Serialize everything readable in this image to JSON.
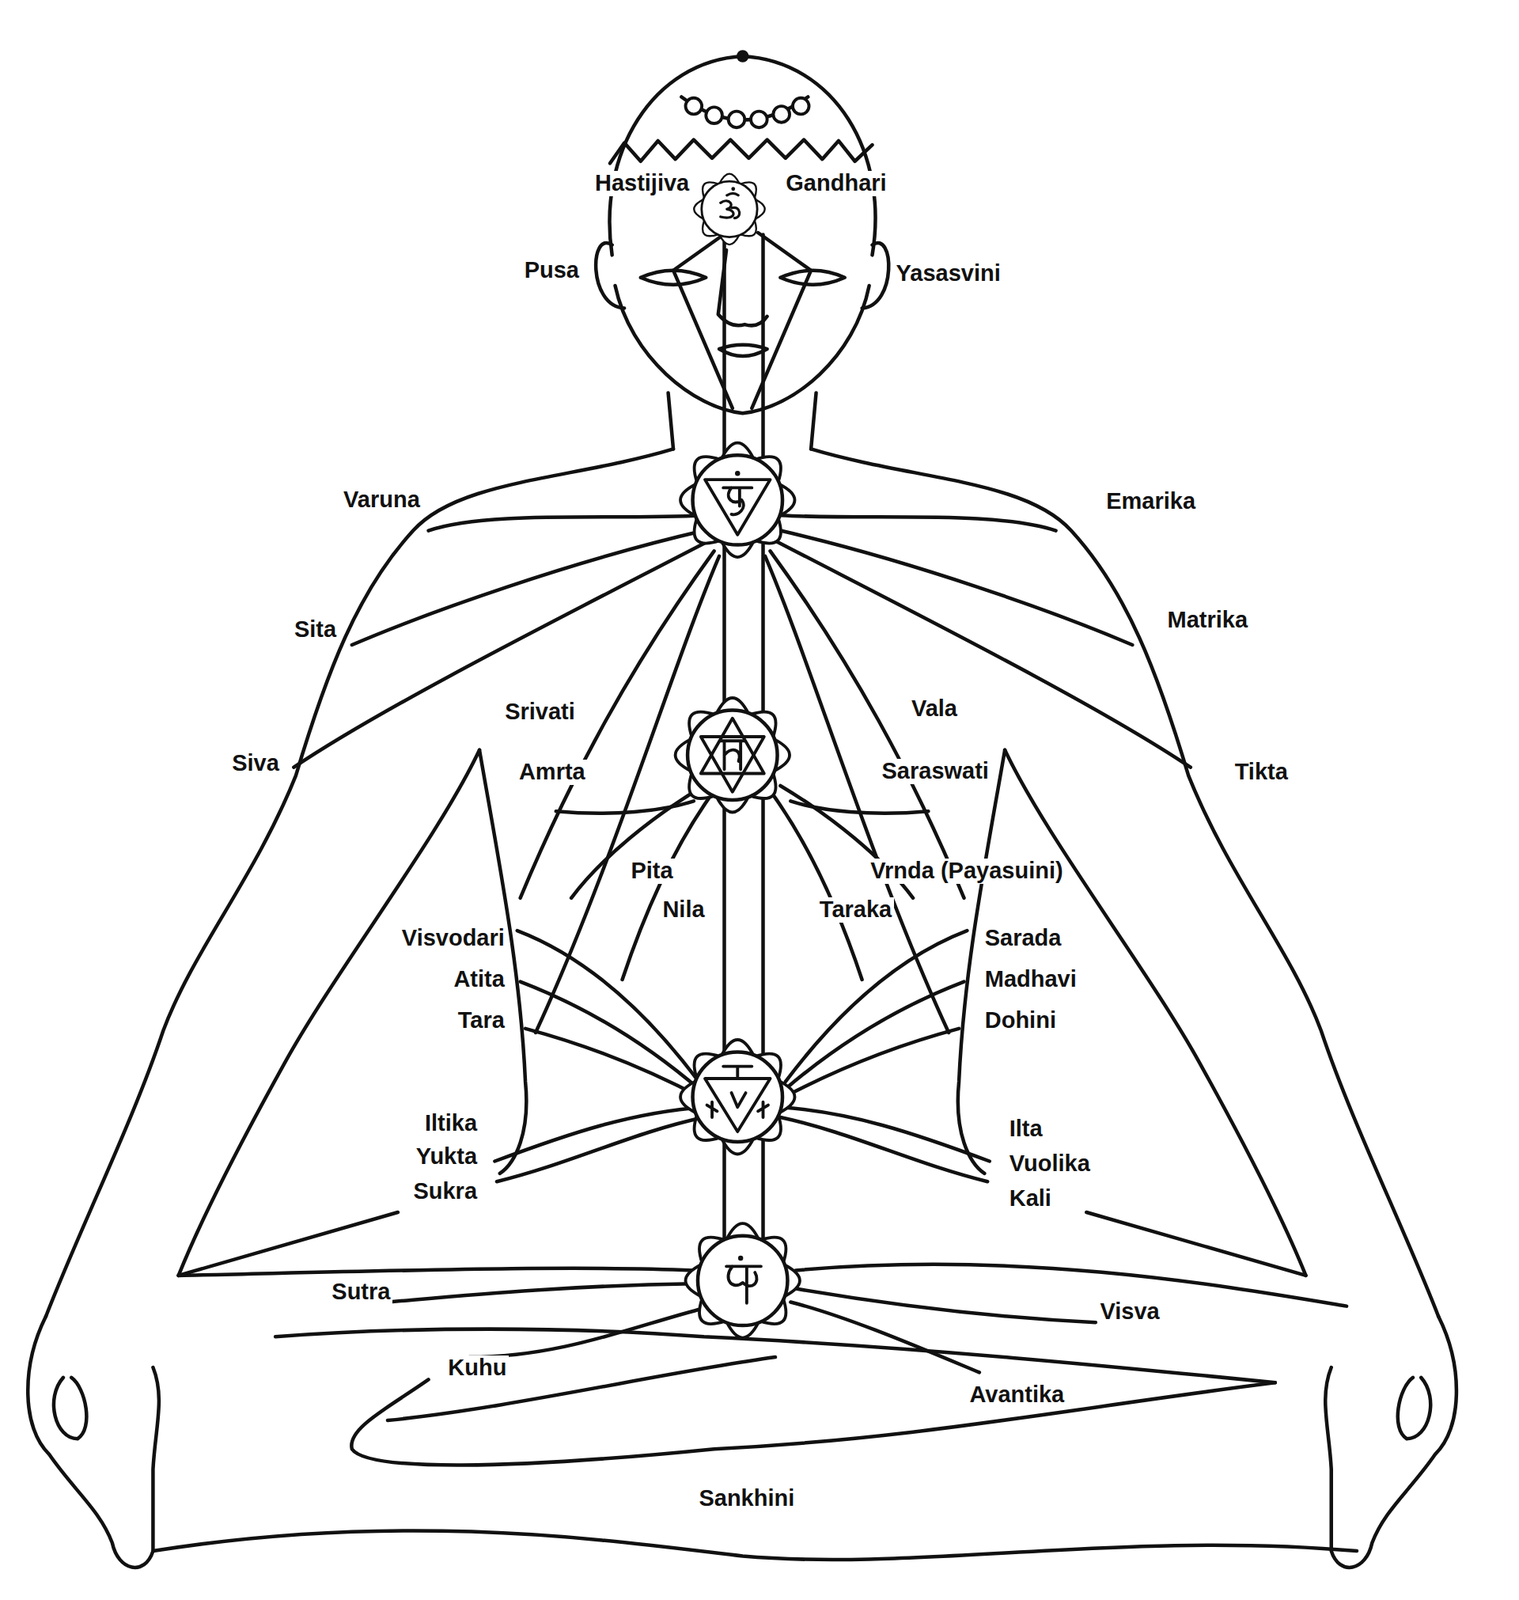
{
  "diagram": {
    "labels": [
      "Hastijiva",
      "Gandhari",
      "Pusa",
      "Yasasvini",
      "Varuna",
      "Emarika",
      "Sita",
      "Matrika",
      "Srivati",
      "Vala",
      "Siva",
      "Amrta",
      "Saraswati",
      "Tikta",
      "Pita",
      "Vrnda (Payasuini)",
      "Nila",
      "Taraka",
      "Visvodari",
      "Sarada",
      "Atita",
      "Madhavi",
      "Tara",
      "Dohini",
      "Iltika",
      "Ilta",
      "Yukta",
      "Vuolika",
      "Sukra",
      "Kali",
      "Sutra",
      "Visva",
      "Kuhu",
      "Avantika",
      "Sankhini"
    ]
  }
}
